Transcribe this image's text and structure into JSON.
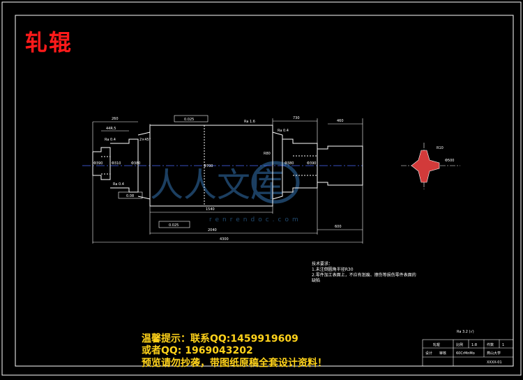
{
  "title": "轧辊",
  "dimensions": {
    "d_left_top": "260",
    "d_left_sub": "44R.5",
    "d_left_top_right": "2×45°",
    "d_tol1": "Ra 0.4",
    "d_tol2": "Ra 0.4",
    "d_runout_left": "0.08",
    "d_flat": "0.025",
    "d_ra_top": "Ra 1.6",
    "d_right_top1": "730",
    "d_right_top2": "460",
    "d_right_ra": "Ra 0.4",
    "d_body_len": "1540",
    "d_runout_bottom": "0.025",
    "d_total_mid": "2040",
    "d_right_bottom": "600",
    "d_total": "4300",
    "d_dia_body": "Φ700",
    "d_dia_left1": "Φ390",
    "d_dia_left2": "Φ310",
    "d_dia_left3": "Φ380",
    "d_dia_right1": "Φ380",
    "d_dia_right2": "Φ390",
    "d_chamfer": "R80",
    "d_section1": "R10",
    "d_section2": "Φ500"
  },
  "tech_req": {
    "heading": "技术要求：",
    "line1": "1.未注倒圆角半径R30",
    "line2": "2.零件加工表面上，不应有划痕、擦伤等损伤零件表面的",
    "line3": "缺陷"
  },
  "roughness_note": "Ra 3.2 (√)",
  "title_block": {
    "name": "轧辊",
    "scale_label": "比例",
    "scale": "1:8",
    "qty_label": "件数",
    "qty": "1",
    "designer_label": "设计",
    "checker_label": "审核",
    "material": "60CrMnMo",
    "school": "燕山大学",
    "drawing_no": "XXXX-01"
  },
  "watermark": {
    "logo_text": "人人文库",
    "url": "renrendoc.com"
  },
  "notice": {
    "line1": "温馨提示：联系QQ:1459919609",
    "line2": "或者QQ: 1969043202",
    "line3": "预览请勿抄袭，带图纸原稿全套设计资料！"
  },
  "colors": {
    "background": "#000000",
    "lines": "#ffffff",
    "title": "#ff1a1a",
    "notice": "#ffd21a",
    "centerline": "#4a6cff",
    "watermark": "#2a5d8c"
  }
}
